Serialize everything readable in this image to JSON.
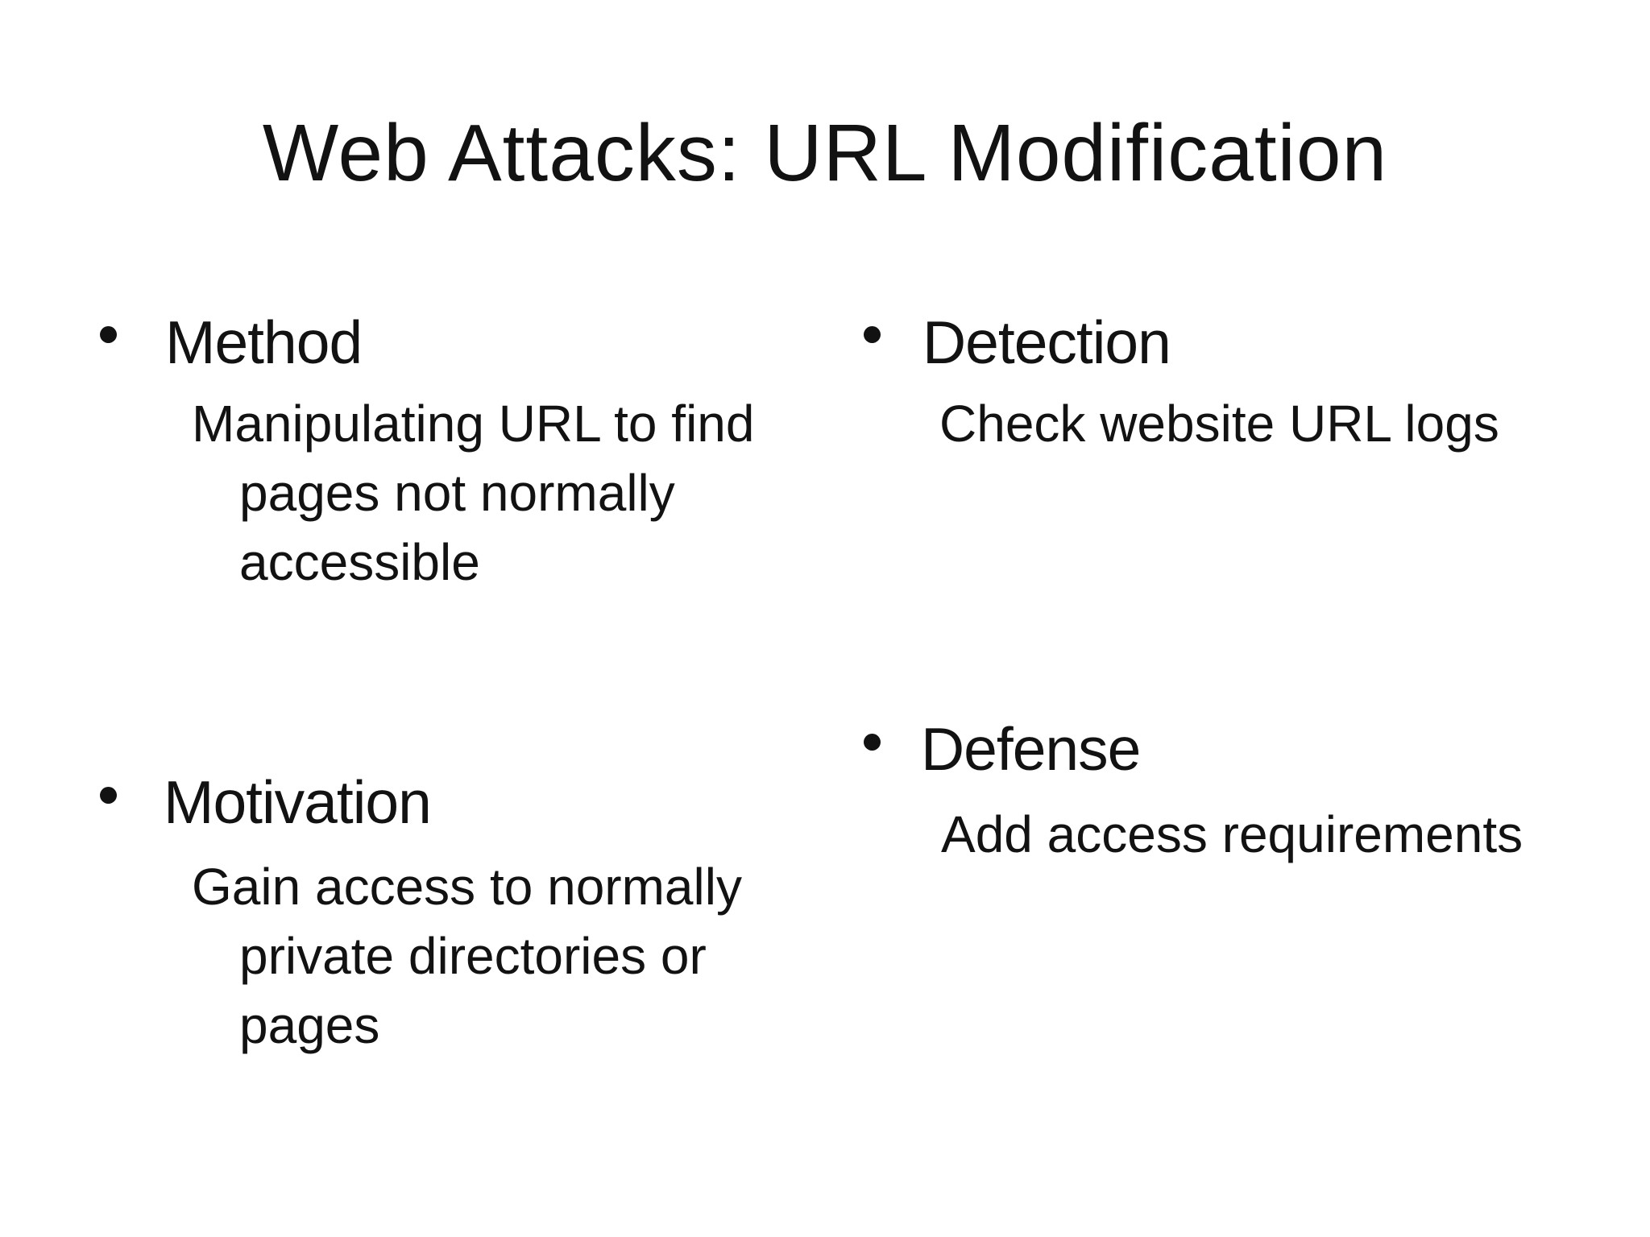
{
  "slide": {
    "title": "Web Attacks: URL Modification",
    "background_color": "#ffffff",
    "text_color": "#121212",
    "bullet_glyph": "•",
    "sections": [
      {
        "heading": "Method",
        "body_text": "Manipulating URL to find pages not normally accessible",
        "body_lines": [
          "Manipulating URL to find",
          "pages not normally",
          "accessible"
        ]
      },
      {
        "heading": "Detection",
        "body_text": "Check website URL logs",
        "body_lines": [
          "Check website URL logs"
        ]
      },
      {
        "heading": "Motivation",
        "body_text": "Gain access to normally private directories or pages",
        "body_lines": [
          "Gain access to normally",
          "private directories or",
          "pages"
        ]
      },
      {
        "heading": "Defense",
        "body_text": "Add access requirements",
        "body_lines": [
          "Add access requirements"
        ]
      }
    ]
  }
}
